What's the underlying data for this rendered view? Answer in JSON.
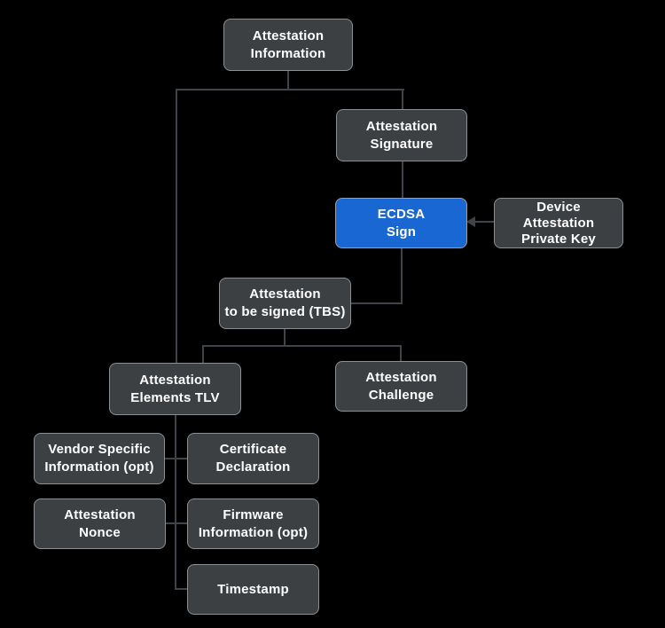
{
  "colors": {
    "background": "#000000",
    "node_fill": "#3c4043",
    "node_border": "#8a9096",
    "accent": "#1967d2",
    "accent_border": "#9aa0a6",
    "text": "#ffffff",
    "connector": "#3f444a"
  },
  "diagram": {
    "nodes": [
      {
        "id": "attestation-information",
        "label": "Attestation\nInformation",
        "variant": "default"
      },
      {
        "id": "attestation-signature",
        "label": "Attestation\nSignature",
        "variant": "default"
      },
      {
        "id": "ecdsa-sign",
        "label": "ECDSA\nSign",
        "variant": "primary"
      },
      {
        "id": "device-attestation-private-key",
        "label": "Device\nAttestation\nPrivate Key",
        "variant": "default"
      },
      {
        "id": "attestation-tbs",
        "label": "Attestation\nto be signed (TBS)",
        "variant": "default"
      },
      {
        "id": "attestation-elements-tlv",
        "label": "Attestation\nElements TLV",
        "variant": "default"
      },
      {
        "id": "attestation-challenge",
        "label": "Attestation\nChallenge",
        "variant": "default"
      },
      {
        "id": "vendor-specific-information",
        "label": "Vendor Specific\nInformation (opt)",
        "variant": "default"
      },
      {
        "id": "certificate-declaration",
        "label": "Certificate\nDeclaration",
        "variant": "default"
      },
      {
        "id": "attestation-nonce",
        "label": "Attestation\nNonce",
        "variant": "default"
      },
      {
        "id": "firmware-information",
        "label": "Firmware\nInformation (opt)",
        "variant": "default"
      },
      {
        "id": "timestamp",
        "label": "Timestamp",
        "variant": "default"
      }
    ],
    "edges": [
      {
        "from": "attestation-information",
        "to": "attestation-signature",
        "style": "line"
      },
      {
        "from": "attestation-information",
        "to": "attestation-elements-tlv",
        "style": "line"
      },
      {
        "from": "attestation-signature",
        "to": "ecdsa-sign",
        "style": "line"
      },
      {
        "from": "device-attestation-private-key",
        "to": "ecdsa-sign",
        "style": "arrow"
      },
      {
        "from": "ecdsa-sign",
        "to": "attestation-tbs",
        "style": "line"
      },
      {
        "from": "attestation-tbs",
        "to": "attestation-elements-tlv",
        "style": "line"
      },
      {
        "from": "attestation-tbs",
        "to": "attestation-challenge",
        "style": "line"
      },
      {
        "from": "attestation-elements-tlv",
        "to": "vendor-specific-information",
        "style": "line"
      },
      {
        "from": "attestation-elements-tlv",
        "to": "certificate-declaration",
        "style": "line"
      },
      {
        "from": "attestation-elements-tlv",
        "to": "attestation-nonce",
        "style": "line"
      },
      {
        "from": "attestation-elements-tlv",
        "to": "firmware-information",
        "style": "line"
      },
      {
        "from": "attestation-elements-tlv",
        "to": "timestamp",
        "style": "line"
      }
    ]
  }
}
